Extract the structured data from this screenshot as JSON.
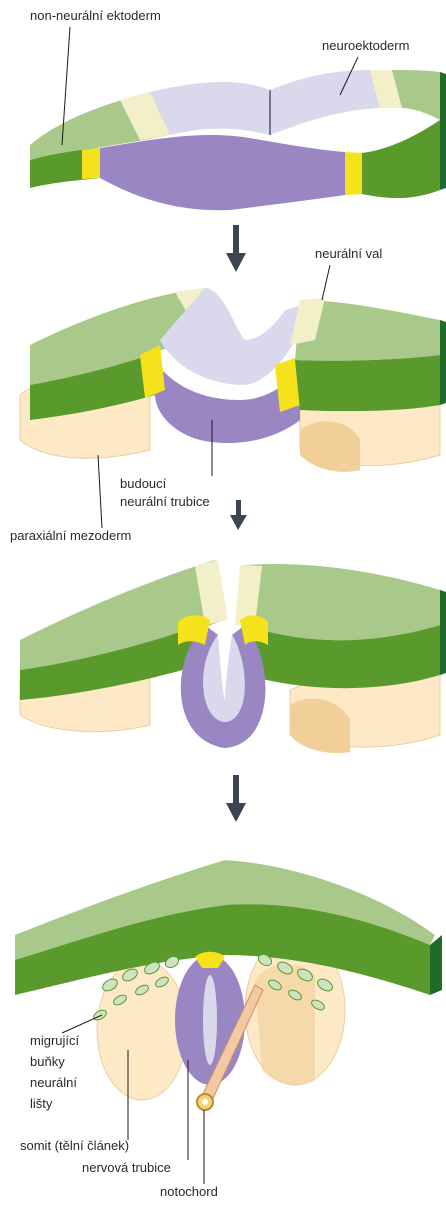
{
  "labels": {
    "non_neural_ectoderm": "non-neurální ektoderm",
    "neuroectoderm": "neuroektoderm",
    "neural_fold": "neurální val",
    "future_neural_tube_1": "budoucí",
    "future_neural_tube_2": "neurální trubice",
    "paraxial_mesoderm": "paraxiální mezoderm",
    "migrating_1": "migrující",
    "migrating_2": "buňky",
    "migrating_3": "neurální",
    "migrating_4": "lišty",
    "somite": "somit (tělní článek)",
    "neural_tube": "nervová trubice",
    "notochord": "notochord"
  },
  "colors": {
    "ectoderm_top": "#a8c98a",
    "ectoderm_side": "#5a9a2c",
    "ectoderm_dark": "#1f6b2a",
    "neuroectoderm_top": "#d9d8ec",
    "neuroectoderm_side": "#9b86c4",
    "neural_crest": "#f5e21a",
    "border_cream": "#f3efc8",
    "mesoderm": "#fde9c6",
    "mesoderm_shade": "#f2cf99",
    "arrow": "#3b4652"
  }
}
